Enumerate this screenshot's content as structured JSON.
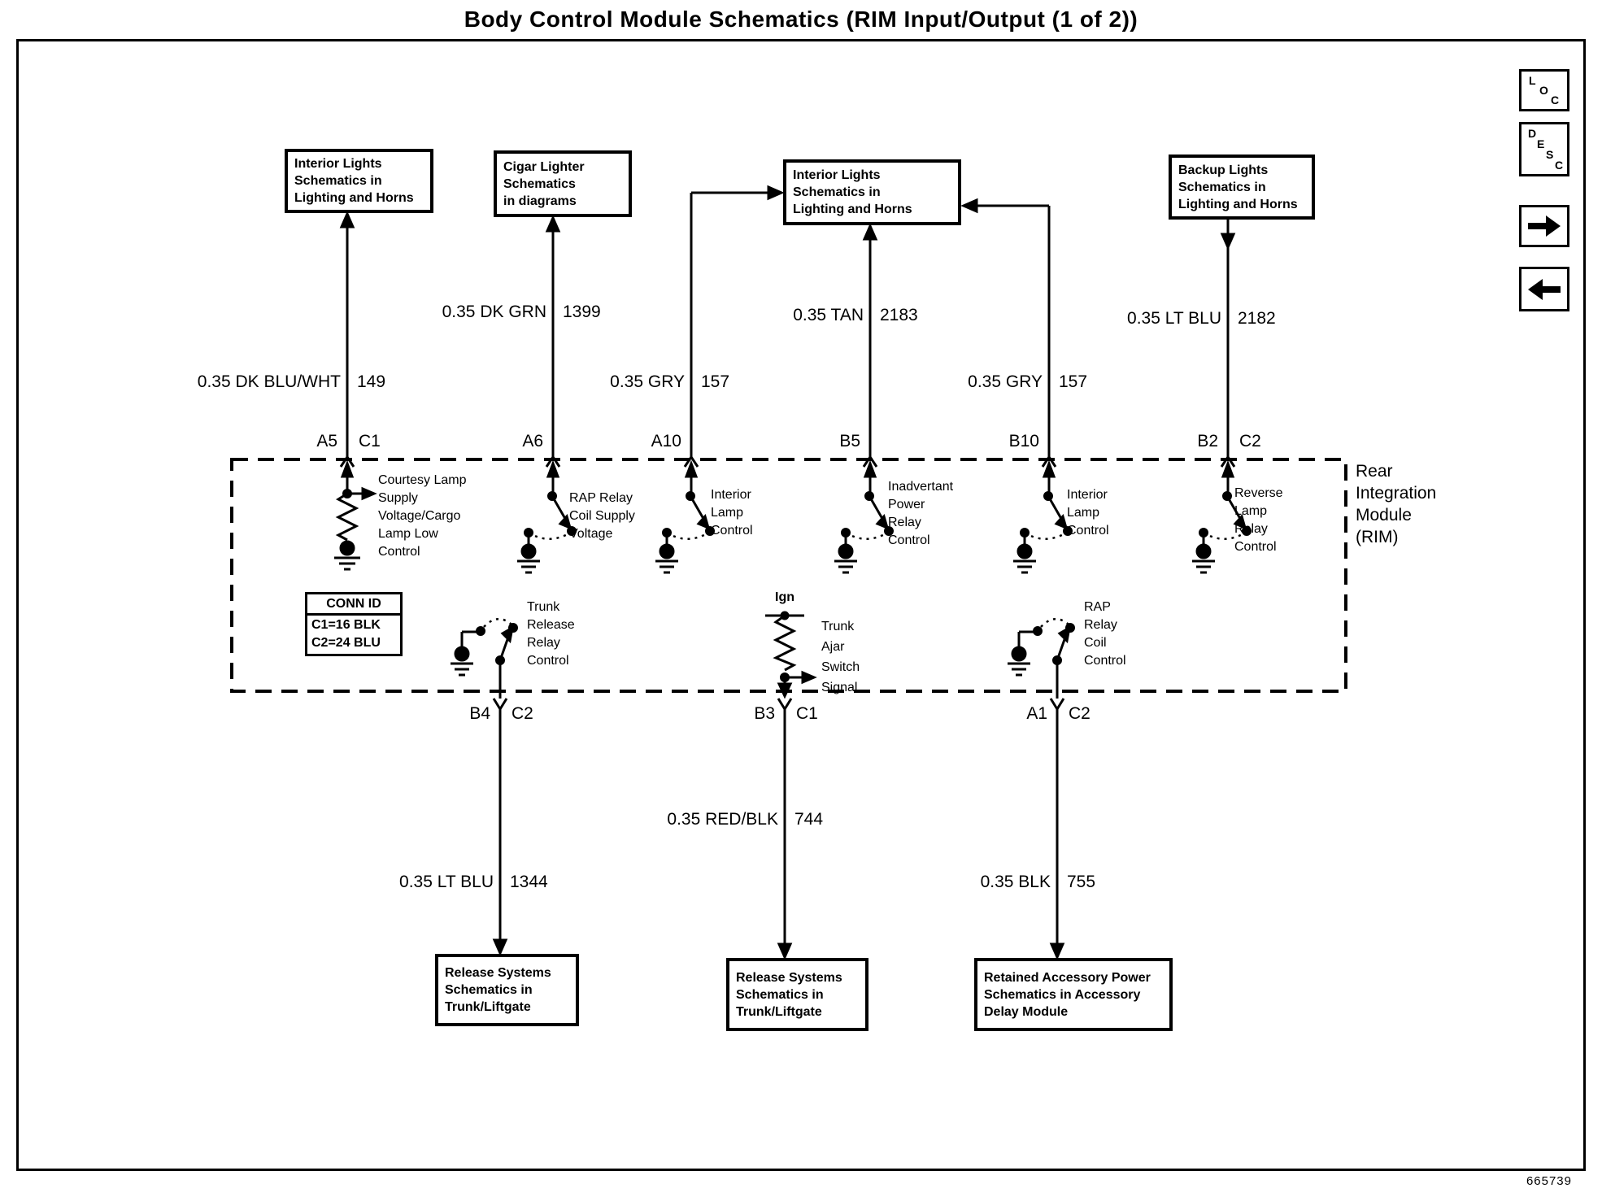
{
  "title": "Body Control Module Schematics (RIM Input/Output (1 of 2))",
  "doc_number": "665739",
  "toolbar": {
    "loc": [
      "L",
      "O",
      "C"
    ],
    "desc": [
      "D",
      "E",
      "S",
      "C"
    ]
  },
  "ref_boxes": {
    "interior_lights_left": "Interior Lights\nSchematics in\nLighting and Horns",
    "cigar_lighter": "Cigar Lighter\nSchematics\nin diagrams",
    "interior_lights_center": "Interior Lights\nSchematics in\nLighting and Horns",
    "backup_lights": "Backup Lights\nSchematics in\nLighting and Horns",
    "release_systems_left": "Release Systems\nSchematics in\nTrunk/Liftgate",
    "release_systems_center": "Release Systems\nSchematics in\nTrunk/Liftgate",
    "retained_accessory_power": "Retained Accessory Power\nSchematics in Accessory\nDelay Module"
  },
  "rim": {
    "name": "Rear\nIntegration\nModule\n(RIM)",
    "conn_id_header": "CONN ID",
    "conn_id_c1": "C1=16 BLK",
    "conn_id_c2": "C2=24 BLU"
  },
  "wires": {
    "a5": {
      "pin": "A5",
      "conn": "C1",
      "color": "0.35 DK BLU/WHT",
      "circuit": "149",
      "signal": "Courtesy Lamp\nSupply\nVoltage/Cargo\nLamp Low\nControl"
    },
    "a6": {
      "pin": "A6",
      "color": "0.35 DK GRN",
      "circuit": "1399",
      "signal": "RAP Relay\nCoil Supply\nVoltage"
    },
    "a10": {
      "pin": "A10",
      "color": "0.35 GRY",
      "circuit": "157",
      "signal": "Interior\nLamp\nControl"
    },
    "b5": {
      "pin": "B5",
      "color": "0.35 TAN",
      "circuit": "2183",
      "signal": "Inadvertant\nPower\nRelay\nControl"
    },
    "b10": {
      "pin": "B10",
      "color": "0.35 GRY",
      "circuit": "157",
      "signal": "Interior\nLamp\nControl"
    },
    "b2": {
      "pin": "B2",
      "conn": "C2",
      "color": "0.35 LT BLU",
      "circuit": "2182",
      "signal": "Reverse\nLamp\nRelay\nControl"
    },
    "b4": {
      "pin": "B4",
      "conn": "C2",
      "color": "0.35 LT BLU",
      "circuit": "1344",
      "signal": "Trunk\nRelease\nRelay\nControl"
    },
    "b3": {
      "pin": "B3",
      "conn": "C1",
      "color": "0.35 RED/BLK",
      "circuit": "744",
      "signal": "Trunk\nAjar\nSwitch\nSignal",
      "source": "Ign"
    },
    "a1": {
      "pin": "A1",
      "conn": "C2",
      "color": "0.35 BLK",
      "circuit": "755",
      "signal": "RAP\nRelay\nCoil\nControl"
    }
  }
}
